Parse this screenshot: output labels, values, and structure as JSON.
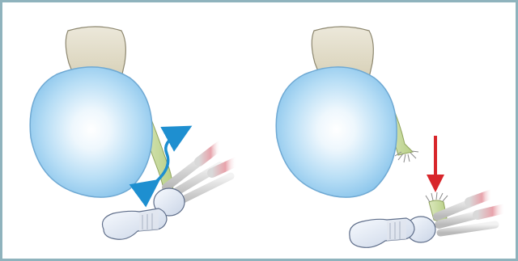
{
  "figure": {
    "panels": [
      {
        "id": "intact",
        "arrow_meaning": "bidirectional-motion",
        "arrow_color": "#1e8fd0"
      },
      {
        "id": "torn",
        "arrow_meaning": "downward-direction",
        "arrow_color": "#d8262b"
      }
    ],
    "colors": {
      "frame": "#8fb3bd",
      "condyle_blue": "#a9d6f3",
      "tendon_green": "#c9dca0",
      "bone_beige": "#e6e1cf",
      "muscle_red": "#d9616f"
    }
  }
}
